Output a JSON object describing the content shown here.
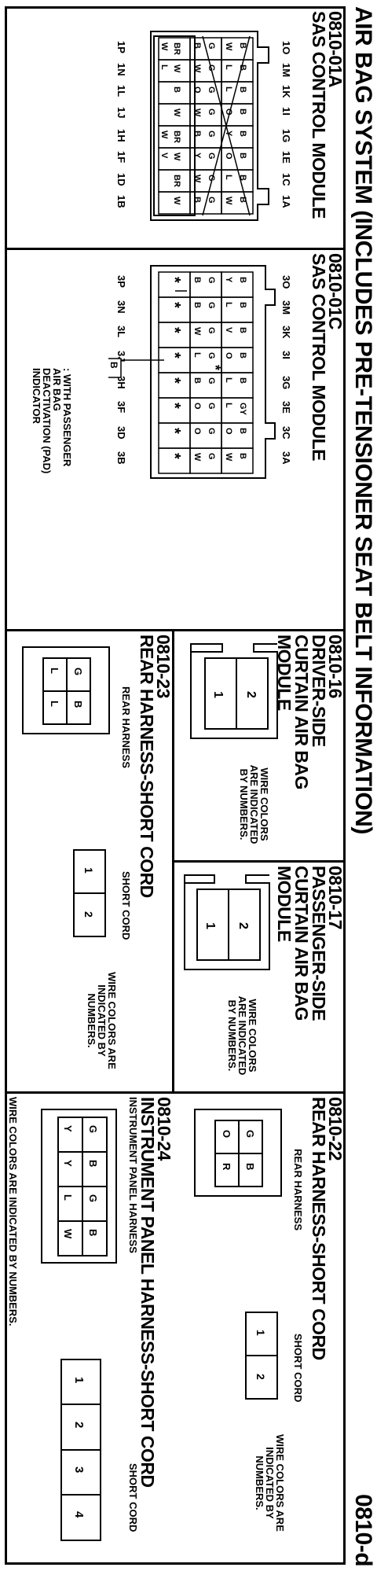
{
  "title": "AIR BAG SYSTEM (INCLUDES PRE-TENSIONER SEAT BELT INFORMATION)",
  "page_id": "0810-d",
  "p01a": {
    "code": "0810-01A",
    "name": "SAS CONTROL MODULE",
    "top_pins": [
      "1O",
      "1M",
      "1K",
      "1I",
      "1G",
      "1E",
      "1C",
      "1A"
    ],
    "bottom_pins": [
      "1P",
      "1N",
      "1L",
      "1J",
      "1H",
      "1F",
      "1D",
      "1B"
    ],
    "row1": [
      [
        "B",
        "W"
      ],
      [
        "B",
        "L"
      ],
      [
        "B",
        "L"
      ],
      [
        "B",
        "O"
      ],
      [
        "B",
        "Y"
      ],
      [
        "B",
        "O"
      ],
      [
        "B",
        "L"
      ],
      [
        "B",
        "W"
      ]
    ],
    "row2": [
      [
        "G",
        "B"
      ],
      [
        "G",
        "W"
      ],
      [
        "G",
        "O"
      ],
      [
        "G",
        "W"
      ],
      [
        "G",
        "B"
      ],
      [
        "G",
        "Y"
      ],
      [
        "G",
        "W"
      ],
      [
        "G",
        "B"
      ]
    ],
    "row3": [
      "BR",
      "W",
      "B",
      "W",
      "BR",
      "W",
      "BR",
      "W"
    ],
    "row3_sub": [
      "W",
      "L",
      "",
      "",
      "W",
      "V",
      "",
      ""
    ]
  },
  "p01c": {
    "code": "0810-01C",
    "name": "SAS CONTROL MODULE",
    "top_pins": [
      "3O",
      "3M",
      "3K",
      "3I",
      "3G",
      "3E",
      "3C",
      "3A"
    ],
    "bottom_pins": [
      "3P",
      "3N",
      "3L",
      "3J",
      "3H",
      "3F",
      "3D",
      "3B"
    ],
    "row1": [
      [
        "B",
        "Y"
      ],
      [
        "B",
        "L"
      ],
      [
        "B",
        "V"
      ],
      [
        "B",
        "O"
      ],
      [
        "B",
        "L"
      ],
      [
        "GY",
        "L"
      ],
      [
        "B",
        "O"
      ],
      [
        "B",
        "W"
      ]
    ],
    "row2": [
      [
        "G",
        "B"
      ],
      [
        "G",
        "B"
      ],
      [
        "G",
        "W"
      ],
      [
        "G",
        "L"
      ],
      [
        "G",
        "B"
      ],
      [
        "G",
        "O"
      ],
      [
        "G",
        "O"
      ],
      [
        "G",
        "W"
      ]
    ],
    "row3": [
      "*",
      "*",
      "*",
      "*",
      "*",
      "*",
      "*",
      "*"
    ],
    "pad_wire_top": "B",
    "pad_wire_bottom": "R",
    "pad_note": ": WITH PASSENGER AIR BAG DEACTIVATION (PAD) INDICATOR"
  },
  "p16": {
    "code": "0810-16",
    "name": "DRIVER-SIDE CURTAIN AIR BAG MODULE",
    "pins": [
      "2",
      "1"
    ],
    "note": "WIRE COLORS ARE INDICATED BY NUMBERS."
  },
  "p17": {
    "code": "0810-17",
    "name": "PASSENGER-SIDE CURTAIN AIR BAG MODULE",
    "pins": [
      "2",
      "1"
    ],
    "note": "WIRE COLORS ARE INDICATED BY NUMBERS."
  },
  "p22": {
    "code": "0810-22",
    "name": "REAR HARNESS-SHORT CORD",
    "left_label": "REAR HARNESS",
    "left_wires": [
      [
        "G",
        "O"
      ],
      [
        "B",
        "R"
      ]
    ],
    "right_label": "SHORT CORD",
    "right_pins": [
      "1",
      "2"
    ],
    "note": "WIRE COLORS ARE INDICATED BY NUMBERS."
  },
  "p23": {
    "code": "0810-23",
    "name": "REAR HARNESS-SHORT CORD",
    "left_label": "REAR HARNESS",
    "left_wires": [
      [
        "G",
        "L"
      ],
      [
        "B",
        "L"
      ]
    ],
    "right_label": "SHORT CORD",
    "right_pins": [
      "1",
      "2"
    ],
    "note": "WIRE COLORS ARE INDICATED BY NUMBERS."
  },
  "p24": {
    "code": "0810-24",
    "name": "INSTRUMENT PANEL HARNESS-SHORT CORD",
    "left_label": "INSTRUMENT PANEL HARNESS",
    "left_wires": [
      [
        "G",
        "Y"
      ],
      [
        "B",
        "Y"
      ],
      [
        "G",
        "L"
      ],
      [
        "B",
        "W"
      ]
    ],
    "right_label": "SHORT CORD",
    "right_pins": [
      "1",
      "2",
      "3",
      "4"
    ],
    "note": "WIRE COLORS ARE INDICATED BY NUMBERS."
  }
}
